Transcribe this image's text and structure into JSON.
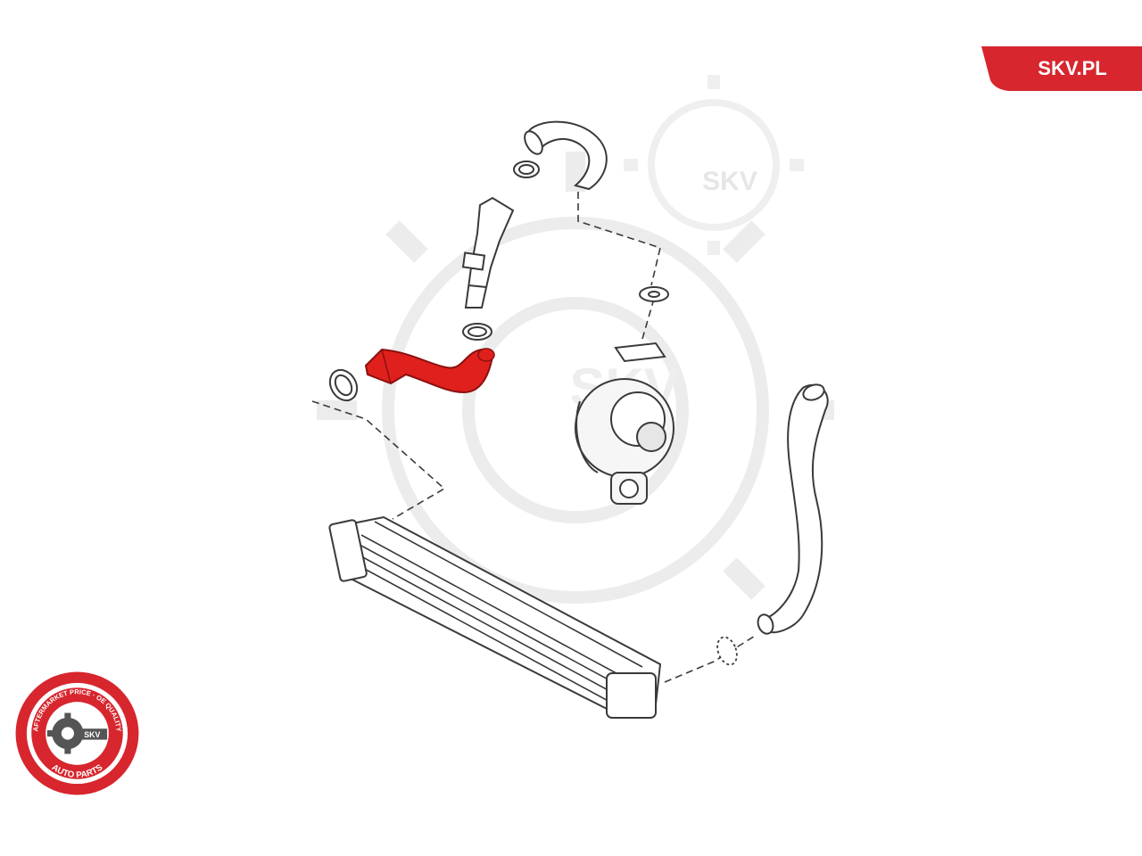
{
  "brand": {
    "site_label": "SKV.PL",
    "accent_color": "#d7262e"
  },
  "watermark": {
    "text": "SKV",
    "icon": "gear-icon"
  },
  "seal": {
    "top_text": "AFTERMARKET PRICE · OE QUALITY",
    "bottom_text": "AUTO PARTS",
    "center_text": "SKV",
    "icon": "gear-icon"
  },
  "diagram": {
    "highlighted_part": "intercooler-hose",
    "highlight_color": "#e0201c",
    "line_color": "#3a3a3a"
  }
}
